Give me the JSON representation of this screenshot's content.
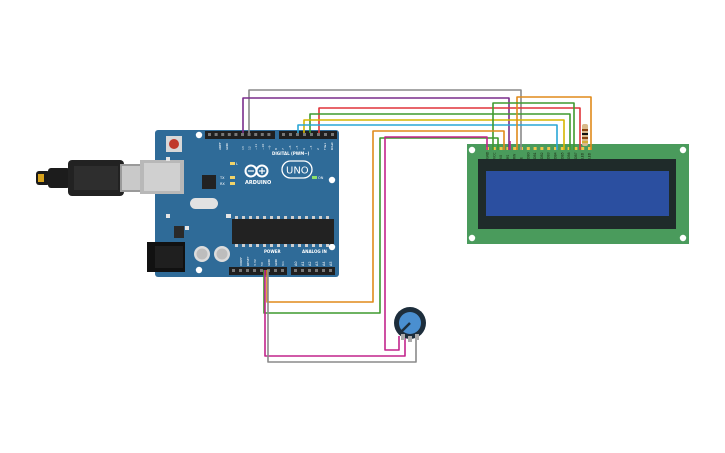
{
  "canvas": {
    "background": "#ffffff"
  },
  "arduino": {
    "brand_label": "ARDUINO",
    "model_label": "UNO",
    "on_label": "ON",
    "led_l_label": "L",
    "led_tx_label": "TX",
    "led_rx_label": "RX",
    "aref_label": "AREF",
    "gnd_label": "GND",
    "digital_label": "DIGITAL (PWM~)",
    "power_label": "POWER",
    "analog_label": "ANALOG IN",
    "top_pin_labels": [
      "13",
      "12",
      "~11",
      "~10",
      "~9",
      "8",
      "7",
      "~6",
      "~5",
      "4",
      "~3",
      "2",
      "TX▸1",
      "RX◂0"
    ],
    "power_pin_labels": [
      "IOREF",
      "RESET",
      "3.3V",
      "5V",
      "GND",
      "GND",
      "Vin"
    ],
    "analog_pin_labels": [
      "A0",
      "A1",
      "A2",
      "A3",
      "A4",
      "A5"
    ],
    "colors": {
      "board": "#2f6b98",
      "header": "#1f1f1f",
      "chip": "#222222"
    }
  },
  "lcd": {
    "pin_labels": [
      "GND",
      "VCC",
      "V0",
      "RS",
      "RW",
      "E",
      "DB0",
      "DB1",
      "DB2",
      "DB3",
      "DB4",
      "DB5",
      "DB6",
      "DB7",
      "LED",
      "LED"
    ],
    "colors": {
      "pcb": "#4a9b5c",
      "screen": "#2b4fa0",
      "bezel": "#1f2b2a"
    }
  },
  "potentiometer": {
    "colors": {
      "knob": "#4a8fd0",
      "ring": "#1d2e3c"
    }
  },
  "wires": [
    {
      "color": "#7a2d8c"
    },
    {
      "color": "#e0343a"
    },
    {
      "color": "#3f9a2e"
    },
    {
      "color": "#2aa7d6"
    },
    {
      "color": "#e08a1a"
    },
    {
      "color": "#d6b600"
    },
    {
      "color": "#c2248c"
    },
    {
      "color": "#8a8a8a"
    }
  ]
}
